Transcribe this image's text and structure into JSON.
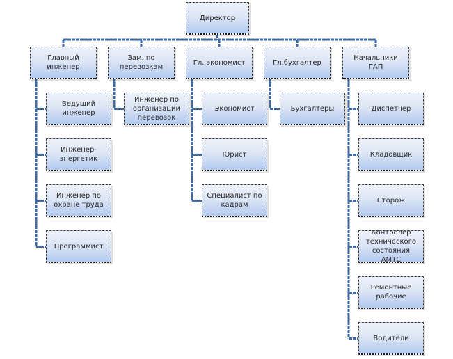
{
  "colors": {
    "connector": "#3d6aa6",
    "box_top": "#eef2fa",
    "box_bottom": "#b3caf0",
    "text": "#2b2b2b"
  },
  "root": {
    "label": "Директор"
  },
  "departments": [
    {
      "label": "Главный\nинженер",
      "children": [
        "Ведущий\nинженер",
        "Инженер-\nэнергетик",
        "Инженер по\nохране труда",
        "Программист"
      ]
    },
    {
      "label": "Зам. по\nперевозкам",
      "children": [
        "Инженер по\nорганизации\nперевозок"
      ]
    },
    {
      "label": "Гл. экономист",
      "children": [
        "Экономист",
        "Юрист",
        "Специалист по\nкадрам"
      ]
    },
    {
      "label": "Гл.бухгалтер",
      "children": [
        "Бухгалтеры"
      ]
    },
    {
      "label": "Начальники ГАП",
      "children": [
        "Диспетчер",
        "Кладовщик",
        "Сторож",
        "Контролер\nтехнического\nсостояния АМТС",
        "Ремонтные\nрабочие",
        "Водители"
      ]
    }
  ]
}
